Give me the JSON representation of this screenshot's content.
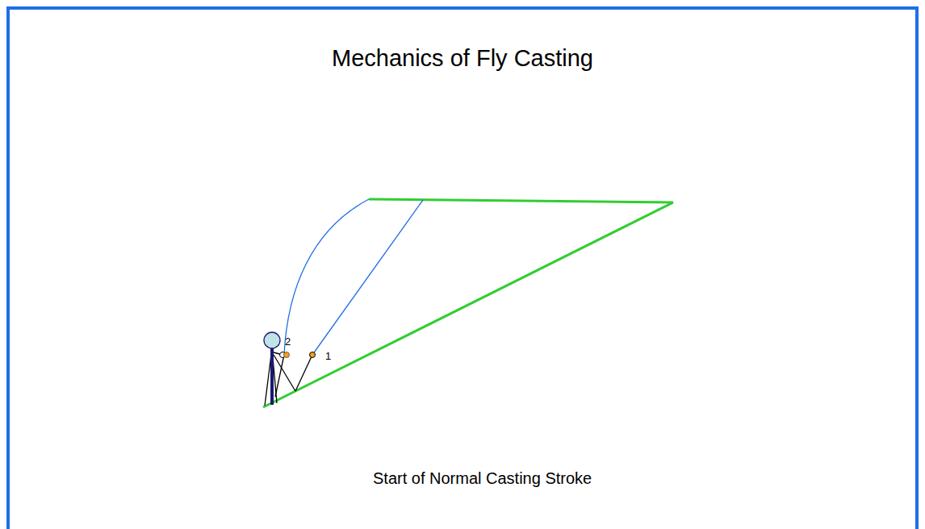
{
  "diagram": {
    "title": "Mechanics of Fly Casting",
    "caption": "Start of Normal Casting Stroke",
    "labels": [
      "2",
      "1"
    ]
  }
}
